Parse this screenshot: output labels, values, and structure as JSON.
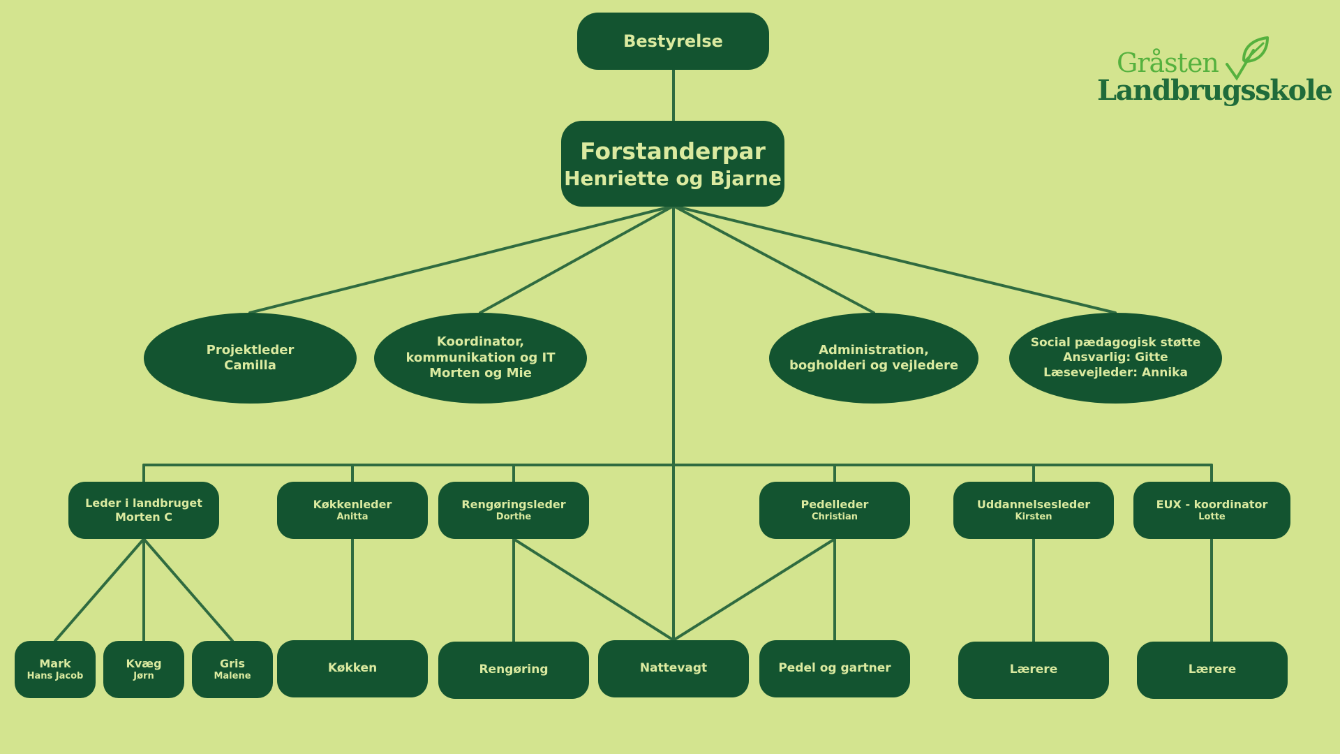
{
  "logo": {
    "line1": "Gråsten",
    "line2": "Landbrugsskole"
  },
  "top": {
    "title": "Bestyrelse"
  },
  "director": {
    "title": "Forstanderpar",
    "names": "Henriette og Bjarne"
  },
  "staff": [
    {
      "l1": "Projektleder",
      "l2": "Camilla"
    },
    {
      "l1": "Koordinator,",
      "l2": "kommunikation og IT",
      "l3": "Morten og Mie"
    },
    {
      "l1": "Administration,",
      "l2": "bogholderi og vejledere"
    },
    {
      "l1": "Social pædagogisk støtte",
      "l2": "Ansvarlig: Gitte",
      "l3": "Læsevejleder: Annika"
    }
  ],
  "leaders": [
    {
      "role": "Leder i landbruget",
      "name": "Morten C"
    },
    {
      "role": "Køkkenleder",
      "name": "Anitta"
    },
    {
      "role": "Rengøringsleder",
      "name": "Dorthe"
    },
    {
      "role": "Pedelleder",
      "name": "Christian"
    },
    {
      "role": "Uddannelsesleder",
      "name": "Kirsten"
    },
    {
      "role": "EUX - koordinator",
      "name": "Lotte"
    }
  ],
  "units": [
    {
      "label": "Mark",
      "sub": "Hans Jacob"
    },
    {
      "label": "Kvæg",
      "sub": "Jørn"
    },
    {
      "label": "Gris",
      "sub": "Malene"
    },
    {
      "label": "Køkken"
    },
    {
      "label": "Rengøring"
    },
    {
      "label": "Nattevagt"
    },
    {
      "label": "Pedel og gartner"
    },
    {
      "label": "Lærere"
    },
    {
      "label": "Lærere"
    }
  ],
  "colors": {
    "background": "#d3e48f",
    "node": "#135430",
    "node_text": "#dbeaa0",
    "line": "#2f6b40",
    "logo_light": "#55b13e",
    "logo_dark": "#1f6b3a"
  },
  "icons": {
    "logo_mark": "leaf-check-icon"
  }
}
